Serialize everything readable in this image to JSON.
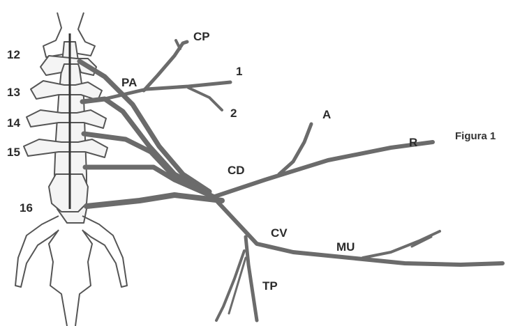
{
  "figure": {
    "caption": "Figura 1"
  },
  "vertebrae": {
    "v12": "12",
    "v13": "13",
    "v14": "14",
    "v15": "15",
    "v16": "16"
  },
  "nerves": {
    "pa": "PA",
    "cp": "CP",
    "branch1": "1",
    "branch2": "2",
    "a": "A",
    "r": "R",
    "cd": "CD",
    "cv": "CV",
    "mu": "MU",
    "tp": "TP"
  },
  "colors": {
    "nerve": "#6b6b6b",
    "bone_outline": "#555555",
    "bone_fill": "#f4f4f4",
    "text": "#2b2b2b"
  }
}
